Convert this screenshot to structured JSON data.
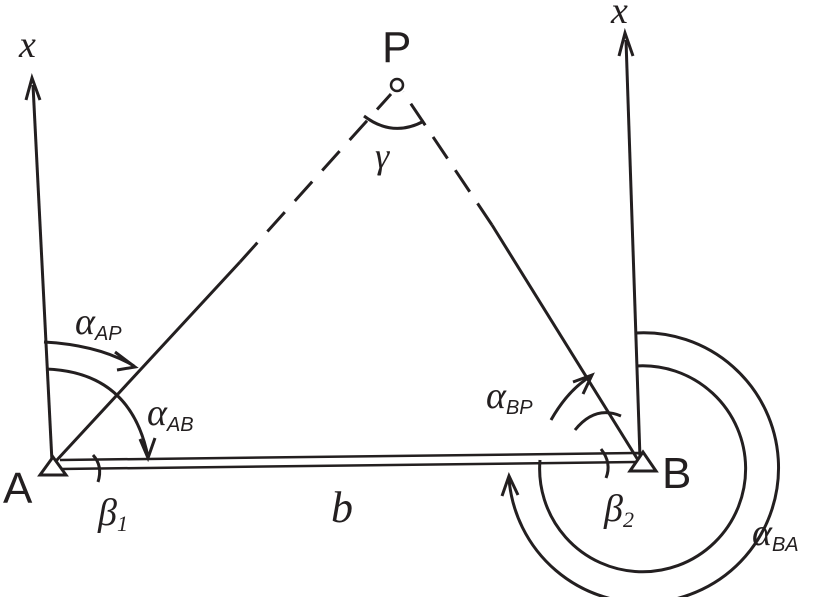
{
  "points": {
    "A": "A",
    "B": "B",
    "P": "P"
  },
  "axes": {
    "x_left": "x",
    "x_right": "x"
  },
  "angles": {
    "gamma": "γ",
    "alpha_AP": {
      "symbol": "α",
      "sub": "AP"
    },
    "alpha_AB": {
      "symbol": "α",
      "sub": "AB"
    },
    "alpha_BP": {
      "symbol": "α",
      "sub": "BP"
    },
    "alpha_BA": {
      "symbol": "α",
      "sub": "BA"
    },
    "beta1": {
      "symbol": "β",
      "sub": "1"
    },
    "beta2": {
      "symbol": "β",
      "sub": "2"
    }
  },
  "baseline": "b",
  "colors": {
    "ink": "#231f20",
    "background": "#ffffff"
  }
}
